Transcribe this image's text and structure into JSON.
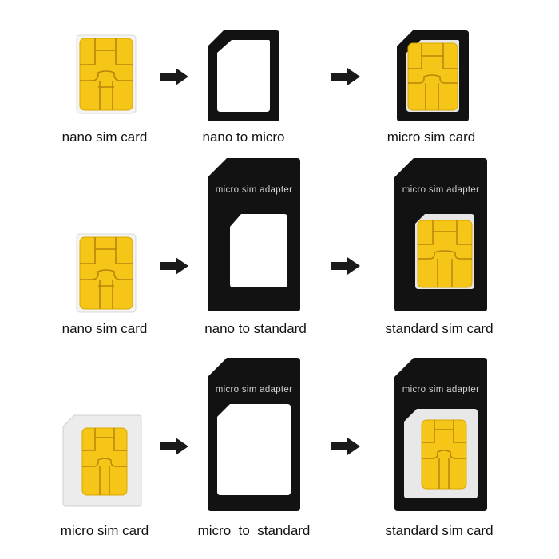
{
  "colors": {
    "chip_gold": "#f5c518",
    "chip_line": "#c99a00",
    "adapter_black": "#121212",
    "card_white": "#f2f2f2",
    "arrow": "#1a1a1a"
  },
  "rows": [
    {
      "left_label": "nano sim card",
      "middle_label": "nano to micro",
      "right_label": "micro sim card",
      "middle_adapter_text": "",
      "right_adapter_text": ""
    },
    {
      "left_label": "nano sim card",
      "middle_label": "nano to standard",
      "right_label": "standard sim card",
      "middle_adapter_text": "micro sim adapter",
      "right_adapter_text": "micro sim adapter"
    },
    {
      "left_label": "micro sim card",
      "middle_label": "micro  to  standard",
      "right_label": "standard sim card",
      "middle_adapter_text": "micro sim adapter",
      "right_adapter_text": "micro sim adapter"
    }
  ]
}
